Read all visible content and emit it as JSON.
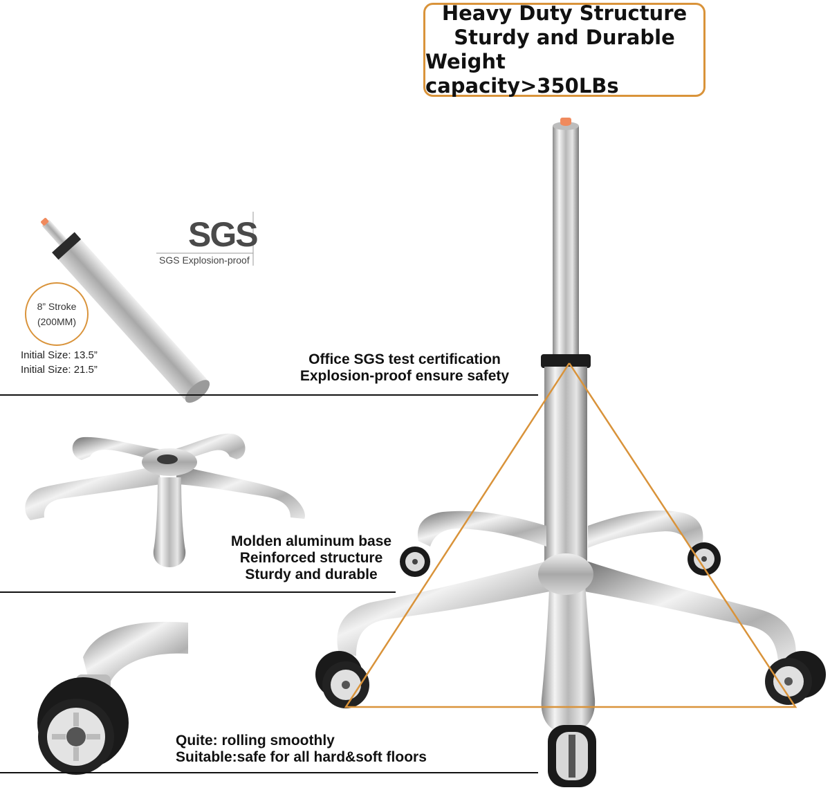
{
  "headline": {
    "line1": "Heavy Duty Structure",
    "line2": "Sturdy and Durable",
    "line3": "Weight capacity>350LBs"
  },
  "gas_lift": {
    "logo": "SGS",
    "logo_caption": "SGS Explosion-proof",
    "stroke_line1": "8” Stroke",
    "stroke_line2": "(200MM)",
    "initial_size_1": "Initial Size: 13.5”",
    "initial_size_2": "Initial Size: 21.5”"
  },
  "features": {
    "certification": {
      "line1": "Office SGS test certification",
      "line2": "Explosion-proof ensure safety"
    },
    "base": {
      "line1": "Molden aluminum base",
      "line2": "Reinforced structure",
      "line3": "Sturdy and durable"
    },
    "casters": {
      "line1": "Quite: rolling smoothly",
      "line2": "Suitable:safe for all hard&soft floors"
    }
  },
  "colors": {
    "accent": "#d9933a",
    "chrome": "#c8c8c8",
    "text": "#111111"
  }
}
